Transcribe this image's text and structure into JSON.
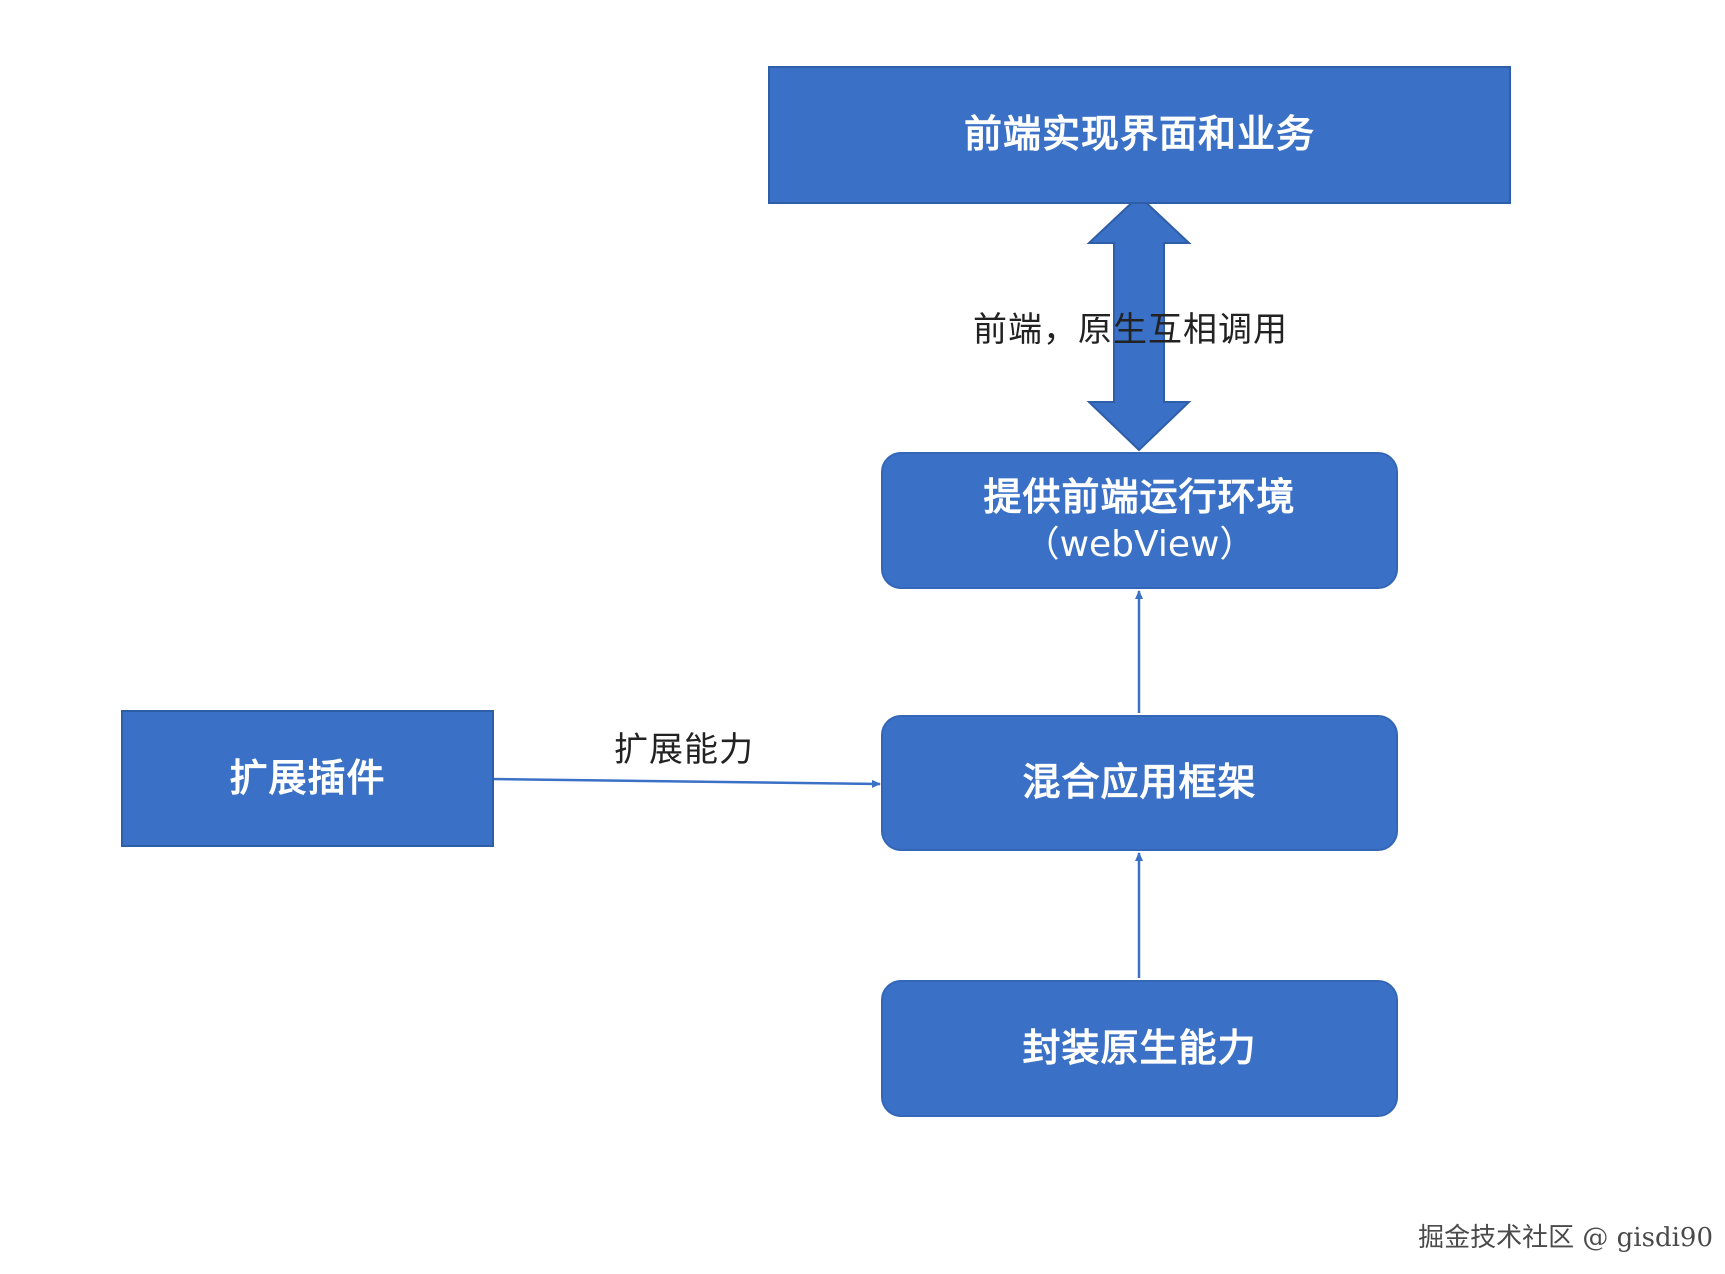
{
  "colors": {
    "node_fill": "#3a70c6",
    "edge": "#3a70c6",
    "node_text": "#ffffff"
  },
  "nodes": {
    "frontend_ui": {
      "label": "前端实现界面和业务"
    },
    "webview_env": {
      "label": "提供前端运行环境",
      "sublabel": "（webView）"
    },
    "hybrid_framework": {
      "label": "混合应用框架"
    },
    "native_wrapper": {
      "label": "封装原生能力"
    },
    "extension_plugin": {
      "label": "扩展插件"
    }
  },
  "edges": [
    {
      "from": "webview_env",
      "to": "frontend_ui",
      "label": "前端，原生互相调用",
      "style": "bidirectional-block-arrow"
    },
    {
      "from": "hybrid_framework",
      "to": "webview_env",
      "label": "",
      "style": "thin-arrow"
    },
    {
      "from": "native_wrapper",
      "to": "hybrid_framework",
      "label": "",
      "style": "thin-arrow"
    },
    {
      "from": "extension_plugin",
      "to": "hybrid_framework",
      "label": "扩展能力",
      "style": "thin-arrow"
    }
  ],
  "watermark": "掘金技术社区 @ gisdi90"
}
